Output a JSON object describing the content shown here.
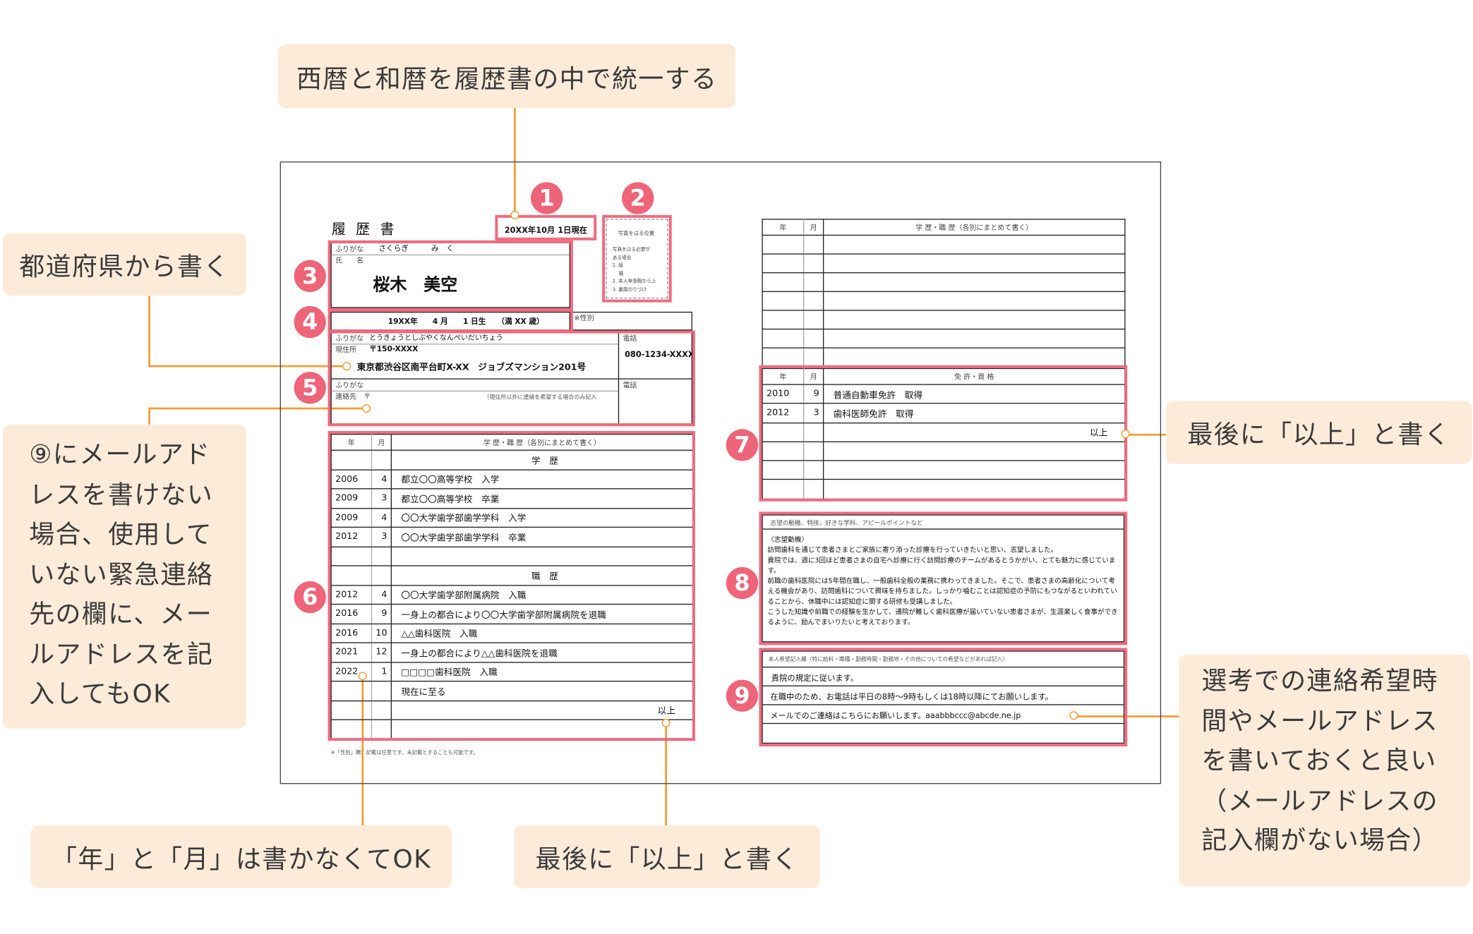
{
  "callouts": {
    "top": "西暦と和暦を履歴書の中で統一する",
    "prefecture": "都道府県から書く",
    "email_alt": "⑨にメールアド\nレスを書けない\n場合、使用して\nいない緊急連絡\n先の欄に、メー\nルアドレスを記\n入してもOK",
    "no_year_month": "「年」と「月」は書かなくてOK",
    "ijou_bottom": "最後に「以上」と書く",
    "ijou_right": "最後に「以上」と書く",
    "contact_time": "選考での連絡希望時\n間やメールアドレス\nを書いておくと良い\n（メールアドレスの\n記入欄がない場合）"
  },
  "markers": [
    "1",
    "2",
    "3",
    "4",
    "5",
    "6",
    "7",
    "8",
    "9"
  ],
  "colors": {
    "marker": "#ee6478",
    "highlight": "#ee6b80",
    "callout_bg": "#fdebd9",
    "leader_line": "#f39a2c"
  },
  "resume": {
    "title": "履 歴 書",
    "date": "20XX年10月 1日現在",
    "photo": {
      "title": "写真をはる位置",
      "lines": [
        "写真をはる必要が",
        "ある場合",
        "1. 縦",
        "　 横",
        "2. 本人単身胸から上",
        "3. 裏面のりづけ"
      ]
    },
    "name": {
      "furigana_label": "ふりがな",
      "furigana": "さくらぎ　　　み　く",
      "label": "氏　　名",
      "value": "桜木　美空"
    },
    "birth": "19XX年　　4 月　　1 日生　　（満 XX 歳）",
    "gender_label": "※性別",
    "address": {
      "furigana_label": "ふりがな",
      "furigana": "とうきょうとしぶやくなんぺいだいちょう",
      "label": "現住所",
      "postal": "〒150-XXXX",
      "value": "東京都渋谷区南平台町X-XX　ジョブズマンション201号",
      "phone_label": "電話",
      "phone": "080-1234-XXXX"
    },
    "contact": {
      "furigana_label": "ふりがな",
      "label": "連絡先　〒",
      "note": "（現住所以外に連絡を希望する場合のみ記入",
      "phone_label": "電話"
    },
    "history": {
      "headers": [
        "年",
        "月",
        "学 歴・職 歴（各別にまとめて書く）"
      ],
      "rows": [
        {
          "year": "",
          "month": "",
          "text": "学　歴",
          "type": "center"
        },
        {
          "year": "2006",
          "month": "4",
          "text": "都立〇〇高等学校　入学"
        },
        {
          "year": "2009",
          "month": "3",
          "text": "都立〇〇高等学校　卒業"
        },
        {
          "year": "2009",
          "month": "4",
          "text": "〇〇大学歯学部歯学学科　入学"
        },
        {
          "year": "2012",
          "month": "3",
          "text": "〇〇大学歯学部歯学学科　卒業"
        },
        {
          "year": "",
          "month": "",
          "text": ""
        },
        {
          "year": "",
          "month": "",
          "text": "職　歴",
          "type": "center"
        },
        {
          "year": "2012",
          "month": "4",
          "text": "〇〇大学歯学部附属病院　入職"
        },
        {
          "year": "2016",
          "month": "9",
          "text": "一身上の都合により〇〇大学歯学部附属病院を退職"
        },
        {
          "year": "2016",
          "month": "10",
          "text": "△△歯科医院　入職"
        },
        {
          "year": "2021",
          "month": "12",
          "text": "一身上の都合により△△歯科医院を退職"
        },
        {
          "year": "2022",
          "month": "1",
          "text": "□□□□歯科医院　入職"
        },
        {
          "year": "",
          "month": "",
          "text": "現在に至る"
        },
        {
          "year": "",
          "month": "",
          "text": "以上",
          "type": "right"
        },
        {
          "year": "",
          "month": "",
          "text": ""
        }
      ]
    },
    "footnote": "※「性別」欄：記載は任意です。未記載とすることも可能です。",
    "history2": {
      "headers": [
        "年",
        "月",
        "学 歴・職 歴（各別にまとめて書く）"
      ],
      "rows": [
        {
          "year": "",
          "month": "",
          "text": ""
        },
        {
          "year": "",
          "month": "",
          "text": ""
        },
        {
          "year": "",
          "month": "",
          "text": ""
        },
        {
          "year": "",
          "month": "",
          "text": ""
        },
        {
          "year": "",
          "month": "",
          "text": ""
        },
        {
          "year": "",
          "month": "",
          "text": ""
        },
        {
          "year": "",
          "month": "",
          "text": ""
        }
      ]
    },
    "licenses": {
      "headers": [
        "年",
        "月",
        "免 許・資 格"
      ],
      "rows": [
        {
          "year": "2010",
          "month": "9",
          "text": "普通自動車免許　取得"
        },
        {
          "year": "2012",
          "month": "3",
          "text": "歯科医師免許　取得"
        },
        {
          "year": "",
          "month": "",
          "text": "以上",
          "type": "right"
        },
        {
          "year": "",
          "month": "",
          "text": ""
        },
        {
          "year": "",
          "month": "",
          "text": ""
        },
        {
          "year": "",
          "month": "",
          "text": ""
        }
      ]
    },
    "motivation": {
      "header": "志望の動機、特技、好きな学科、アピールポイントなど",
      "body": "〈志望動機〉\n訪問歯科を通じて患者さまとご家族に寄り添った診療を行っていきたいと思い、志望しました。\n貴院では、週に3回ほど患者さまの自宅へ診療に行く訪問診療のチームがあるとうかがい、とても魅力に感じています。\n前職の歯科医院には5年間在職し、一般歯科全般の業務に携わってきました。そこで、患者さまの高齢化について考える機会があり、訪問歯科について興味を持ちました。しっかり噛むことは認知症の予防にもつながるといわれていることから、休職中には認知症に関する研修も受講しました。\nこうした知識や前職での経験を生かして、通院が難しく歯科医療が届いていない患者さまが、生涯楽しく食事ができるように、励んでまいりたいと考えております。"
    },
    "wishes": {
      "header": "本人希望記入欄（特に給料・職種・勤務時間・勤務地・その他についての希望などがあれば記入）",
      "rows": [
        "貴院の規定に従います。",
        "在職中のため、お電話は平日の8時～9時もしくは18時以降にてお願いします。",
        "メールでのご連絡はこちらにお願いします。aaabbbccc@abcde.ne.jp",
        ""
      ]
    }
  }
}
